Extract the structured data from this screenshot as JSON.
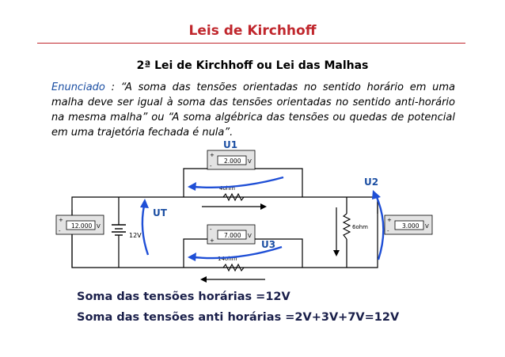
{
  "header": {
    "title": "Leis de Kirchhoff",
    "subtitle": "2ª Lei de Kirchhoff ou Lei das Malhas"
  },
  "statement": {
    "label": "Enunciado",
    "separator": " : ",
    "text": "“A soma das tensões orientadas no sentido horário em uma malha deve ser igual à soma das tensões orientadas no sentido anti-horário na mesma malha” ou “A soma algébrica das tensões  ou quedas de potencial em uma trajetória fechada é nula”."
  },
  "circuit": {
    "meters": {
      "u1_value": "2.000",
      "u3_value": "7.000",
      "left_value": "12.000",
      "right_value": "3.000",
      "unit": "V",
      "plus": "+",
      "minus": "-"
    },
    "resistors": {
      "top": "4ohm",
      "bottom": "14ohm",
      "right": "6ohm"
    },
    "battery_label": "12V",
    "labels": {
      "u1": "U1",
      "u2": "U2",
      "u3": "U3",
      "ut": "UT"
    },
    "colors": {
      "arrow": "#1f4fd6",
      "wire": "#000000"
    }
  },
  "summary": {
    "clockwise": "Soma das tensões horárias =12V",
    "counterclockwise": "Soma das tensões anti horárias =2V+3V+7V=12V"
  }
}
